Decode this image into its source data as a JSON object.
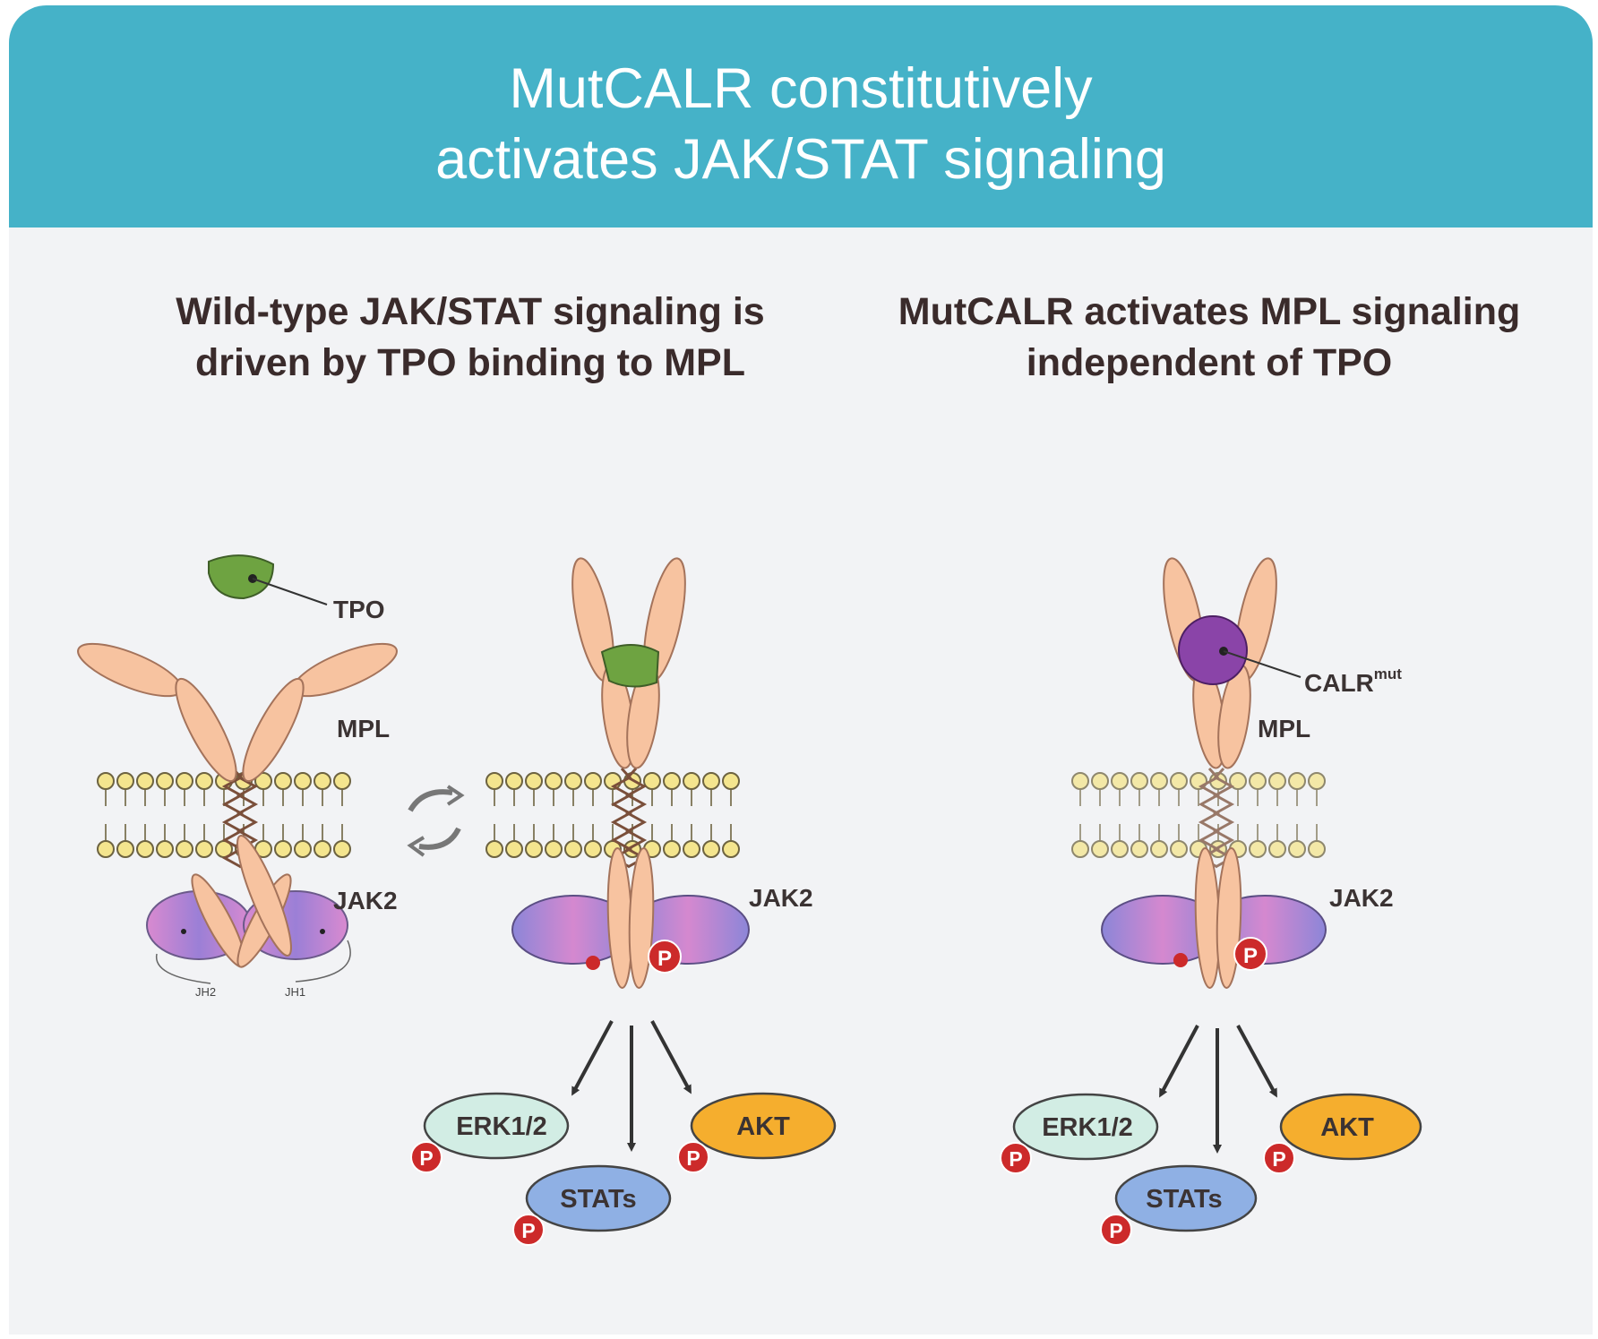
{
  "header": {
    "title_line1": "MutCALR constitutively",
    "title_line2": "activates JAK/STAT signaling"
  },
  "left_panel": {
    "subtitle": "Wild-type JAK/STAT signaling is driven by TPO binding to MPL",
    "labels": {
      "tpo": "TPO",
      "mpl": "MPL",
      "jak2_inactive": "JAK2",
      "jh2": "JH2",
      "jh1": "JH1",
      "jak2_active": "JAK2"
    }
  },
  "right_panel": {
    "subtitle": "MutCALR activates MPL signaling independent of TPO",
    "labels": {
      "calr": "CALR",
      "calr_sup": "mut",
      "mpl": "MPL",
      "jak2": "JAK2"
    }
  },
  "pathway_nodes": {
    "erk": "ERK1/2",
    "stats": "STATs",
    "akt": "AKT",
    "phospho": "P"
  },
  "colors": {
    "header": "#45b2c8",
    "background": "#f2f3f5",
    "receptor": "#f7c3a0",
    "tpo": "#6ea341",
    "calr_mut": "#8a44a8",
    "lipid_head": "#f4e58e",
    "erk": "#d2ede4",
    "stats": "#8fb0e4",
    "akt": "#f5ae2e",
    "phospho": "#cc2a2a"
  }
}
